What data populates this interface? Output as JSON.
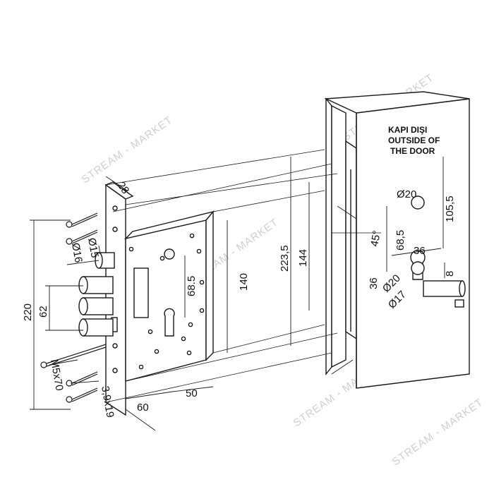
{
  "door_label": [
    "KAPI DIŞI",
    "OUTSIDE OF",
    "THE DOOR"
  ],
  "watermark": "STREAM - MARKET",
  "dimensions": {
    "thickness": "28",
    "height_total": "220",
    "bolt_spacing": "62",
    "bolt_dia": "Ø16",
    "pin_dia": "Ø15",
    "case_height": "140",
    "cyl_offset": "68.5",
    "backset": "60",
    "case_depth": "50",
    "screw_m5": "M5x70",
    "screw_39": "3,9x19",
    "strike_height": "223,5",
    "strike_inner": "144",
    "hole20": "Ø20",
    "hole_dist": "105,5",
    "door_cyl_offset": "68,5",
    "door_dim36a": "36",
    "door_dim36b": "36",
    "door_hole20b": "Ø20",
    "door_hole17": "Ø17",
    "door_dim8": "8",
    "angle_mark": "45°"
  },
  "colors": {
    "line": "#1a1a1a",
    "background": "#ffffff",
    "watermark": "#cfcfcf"
  }
}
